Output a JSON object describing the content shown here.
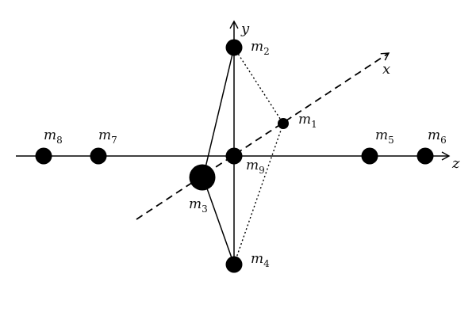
{
  "axes": {
    "x": {
      "label": "x"
    },
    "y": {
      "label": "y"
    },
    "z": {
      "label": "z"
    }
  },
  "masses": [
    {
      "id": "m1",
      "base": "m",
      "sub": "1"
    },
    {
      "id": "m2",
      "base": "m",
      "sub": "2"
    },
    {
      "id": "m3",
      "base": "m",
      "sub": "3"
    },
    {
      "id": "m4",
      "base": "m",
      "sub": "4"
    },
    {
      "id": "m5",
      "base": "m",
      "sub": "5"
    },
    {
      "id": "m6",
      "base": "m",
      "sub": "6"
    },
    {
      "id": "m7",
      "base": "m",
      "sub": "7"
    },
    {
      "id": "m8",
      "base": "m",
      "sub": "8"
    },
    {
      "id": "m9",
      "base": "m",
      "sub": "9"
    }
  ],
  "colors": {
    "ink": "#000000",
    "background": "#ffffff"
  }
}
